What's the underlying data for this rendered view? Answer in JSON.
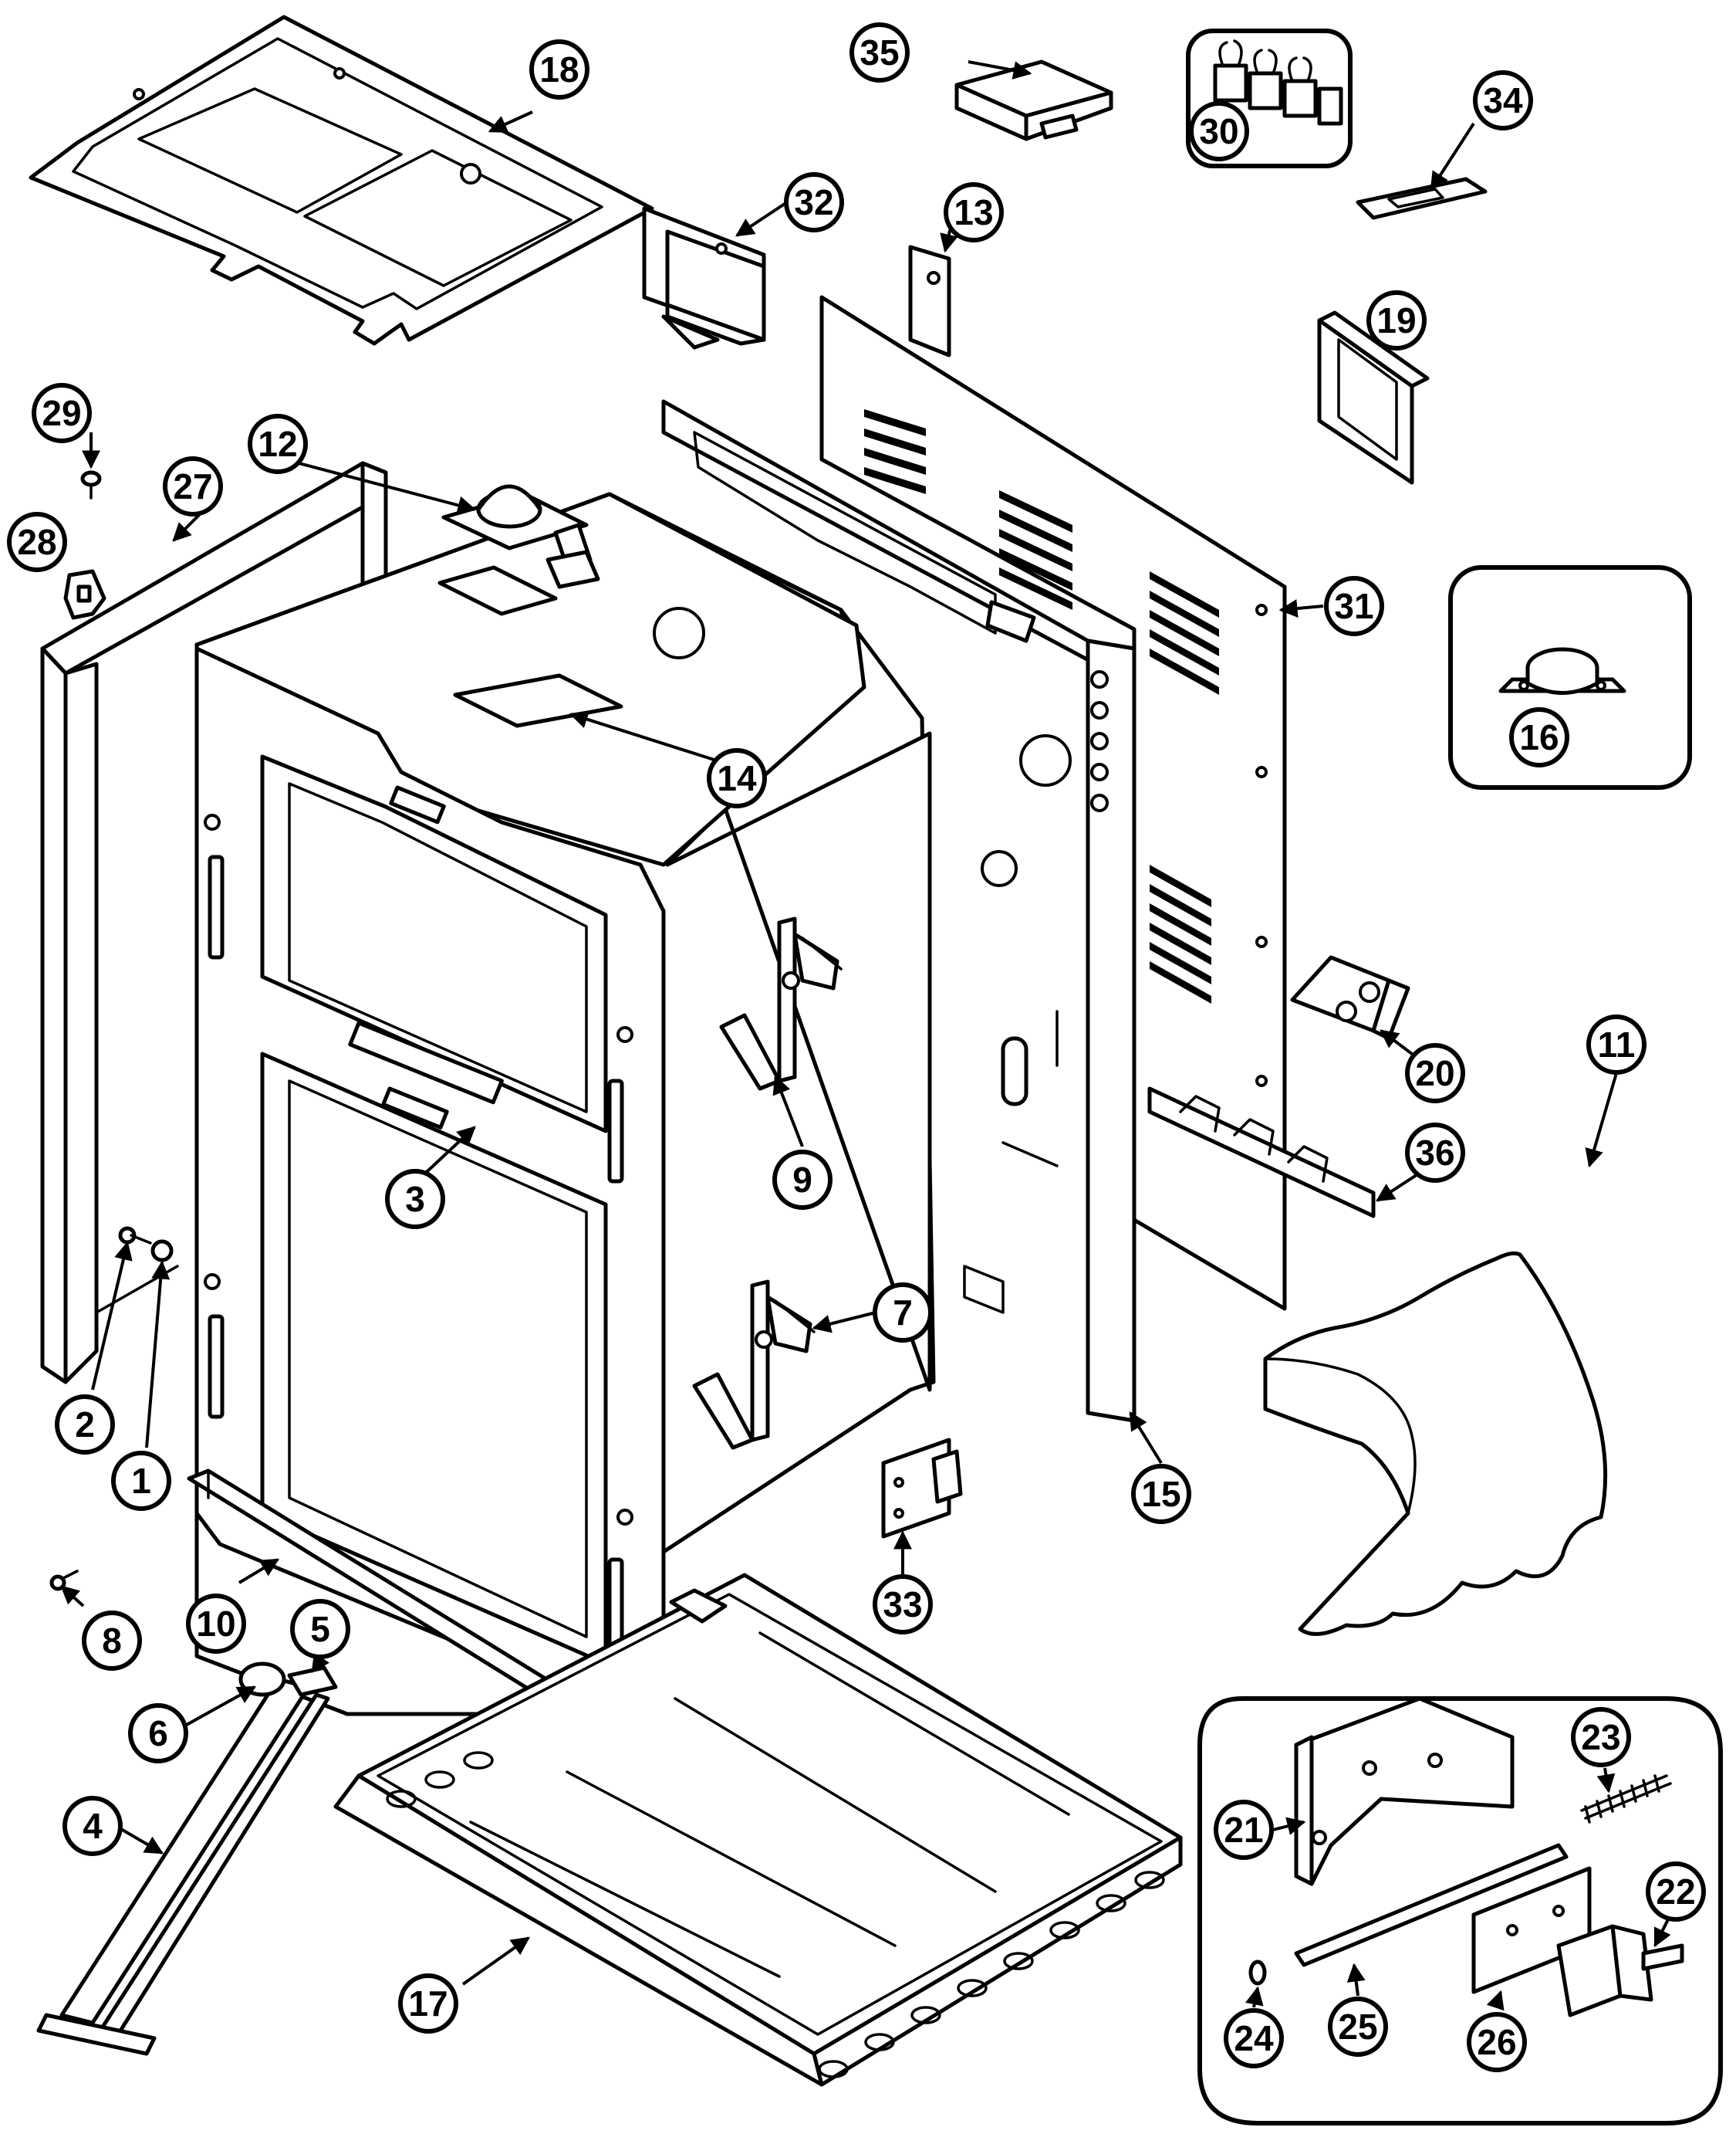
{
  "callouts": {
    "c1": "1",
    "c2": "2",
    "c3": "3",
    "c4": "4",
    "c5": "5",
    "c6": "6",
    "c7": "7",
    "c8": "8",
    "c9": "9",
    "c10": "10",
    "c11": "11",
    "c12": "12",
    "c13": "13",
    "c14": "14",
    "c15": "15",
    "c16": "16",
    "c17": "17",
    "c18": "18",
    "c19": "19",
    "c20": "20",
    "c21": "21",
    "c22": "22",
    "c23": "23",
    "c24": "24",
    "c25": "25",
    "c26": "26",
    "c27": "27",
    "c28": "28",
    "c29": "29",
    "c30": "30",
    "c31": "31",
    "c32": "32",
    "c33": "33",
    "c34": "34",
    "c35": "35",
    "c36": "36"
  },
  "colors": {
    "ink": "#000000",
    "paper": "#ffffff"
  }
}
